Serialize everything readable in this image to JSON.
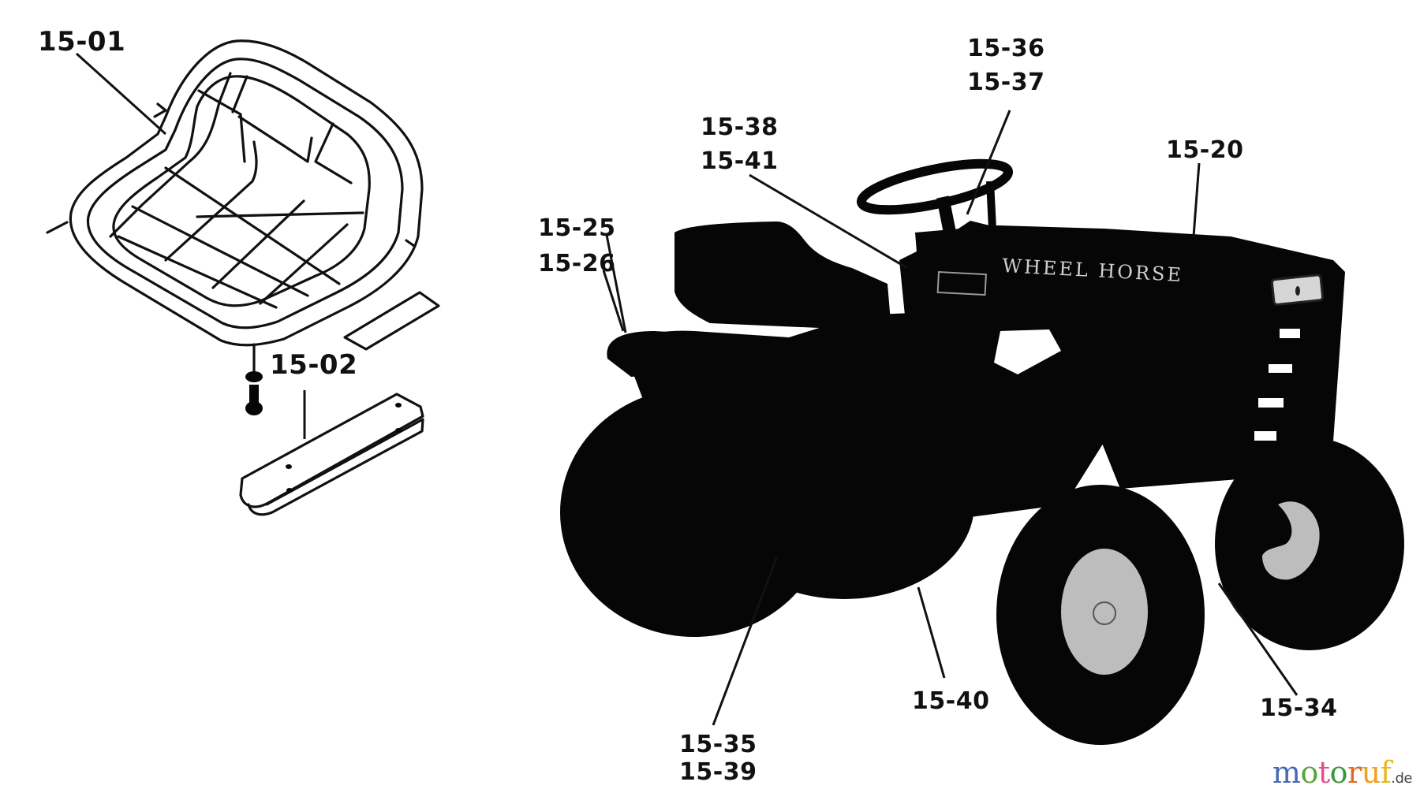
{
  "diagram": {
    "title": "Parts diagram - seat and tractor decals",
    "brand_on_hood": "WHEEL HORSE",
    "callouts": [
      {
        "id": "c1501",
        "lines": [
          "15-01"
        ],
        "part": "seat"
      },
      {
        "id": "c1502",
        "lines": [
          "15-02"
        ],
        "part": "seat bracket"
      },
      {
        "id": "c1536",
        "lines": [
          "15-36",
          "15-37"
        ],
        "part": "steering wheel"
      },
      {
        "id": "c1538",
        "lines": [
          "15-38",
          "15-41"
        ],
        "part": "dash"
      },
      {
        "id": "c1520",
        "lines": [
          "15-20"
        ],
        "part": "hood"
      },
      {
        "id": "c1525",
        "lines": [
          "15-25",
          "15-26"
        ],
        "part": "fender"
      },
      {
        "id": "c1535",
        "lines": [
          "15-35",
          "15-39"
        ],
        "part": "rear wheel"
      },
      {
        "id": "c1540",
        "lines": [
          "15-40"
        ],
        "part": "rear tire"
      },
      {
        "id": "c1534",
        "lines": [
          "15-34"
        ],
        "part": "front wheel"
      }
    ]
  },
  "watermark": {
    "letters": [
      {
        "ch": "m",
        "color": "#4a68b4"
      },
      {
        "ch": "o",
        "color": "#5aa43c"
      },
      {
        "ch": "t",
        "color": "#e0508a"
      },
      {
        "ch": "o",
        "color": "#38983a"
      },
      {
        "ch": "r",
        "color": "#e06a20"
      },
      {
        "ch": "u",
        "color": "#f0a020"
      },
      {
        "ch": "f",
        "color": "#e8b820"
      }
    ],
    "tld": ".de"
  }
}
